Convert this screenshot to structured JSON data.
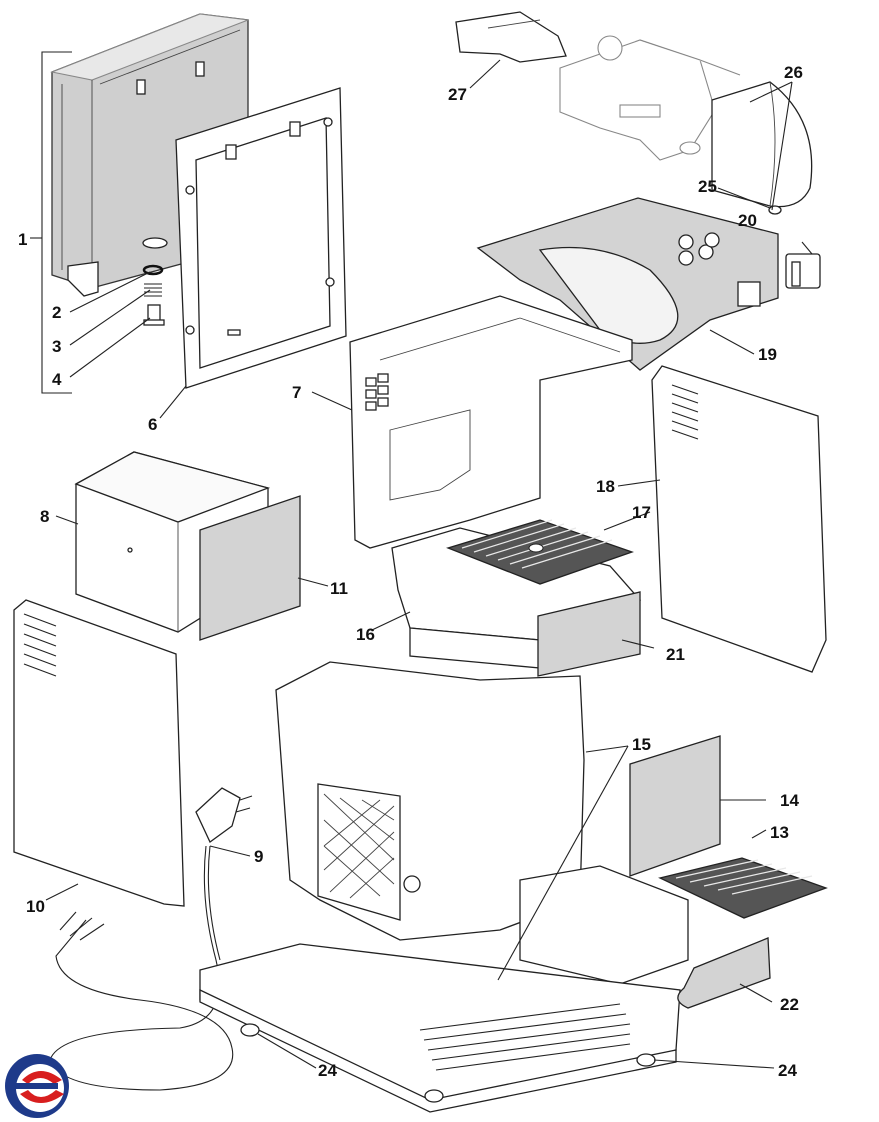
{
  "diagram": {
    "part_numbers": [
      "1",
      "2",
      "3",
      "4",
      "6",
      "7",
      "8",
      "9",
      "10",
      "11",
      "13",
      "14",
      "15",
      "16",
      "17",
      "18",
      "19",
      "20",
      "21",
      "22",
      "24",
      "25",
      "26",
      "27"
    ],
    "logo": {
      "icon": "brand-circle-logo",
      "colors": [
        "#1e3a8a",
        "#d81e1e",
        "#ffffff"
      ]
    }
  }
}
